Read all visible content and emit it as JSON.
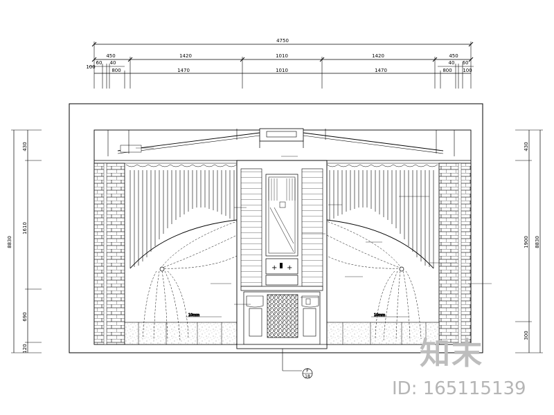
{
  "dimensions": {
    "overall": "4750",
    "row1": [
      "450",
      "1420",
      "1010",
      "1420",
      "450"
    ],
    "row2_left": [
      "100",
      "60",
      "40"
    ],
    "row2_right": [
      "40",
      "60"
    ],
    "row3": [
      "800",
      "1470",
      "1010",
      "1470",
      "800",
      "100"
    ]
  },
  "left_dims": {
    "overall": "8830",
    "segments": [
      "430",
      "1610",
      "690",
      "120"
    ]
  },
  "right_dims": {
    "overall": "8830",
    "segments": [
      "430",
      "1900",
      "300"
    ]
  },
  "annotations": {
    "curtain_left": "10mm",
    "curtain_right": "10mm"
  },
  "section_tag": {
    "top": "F",
    "bottom": "18"
  },
  "watermark": {
    "logo": "知末",
    "id": "ID: 165115139"
  }
}
